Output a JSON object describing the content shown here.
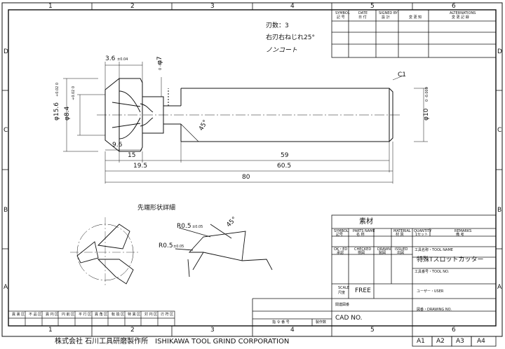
{
  "border": {
    "columns": [
      "1",
      "2",
      "3",
      "4",
      "5",
      "6"
    ],
    "rows": [
      "D",
      "C",
      "B",
      "A"
    ]
  },
  "notes": {
    "flutes": "刃数：3",
    "helix": "右刃右ねじれ25°",
    "coating": "ノンコート",
    "detail_title": "先端形状詳細"
  },
  "dimensions": {
    "head_width": "3.6",
    "head_width_tol": "±0.04",
    "neck_dia": "φ7",
    "neck_tol": "0 -0.1",
    "head_dia": "φ15.6",
    "head_dia_tol": "+0.02 0",
    "inner_dia": "φ8.4",
    "inner_dia_tol": "+0.02 0",
    "shank_dia": "φ10",
    "shank_tol": "0 -0.009",
    "chamfer": "C1",
    "angle": "45°",
    "d_9_6": "9.6",
    "d_15": "15",
    "d_59": "59",
    "d_19_5": "19.5",
    "d_60_5": "60.5",
    "d_80": "80",
    "r1": "R0.5",
    "r1_tol": "±0.05",
    "r2": "R0.5",
    "r2_tol": "±0.05",
    "detail_angle": "45°"
  },
  "revision_table": {
    "headers": [
      {
        "en": "SYMBOL",
        "jp": "記 号"
      },
      {
        "en": "DATE",
        "jp": "日 付"
      },
      {
        "en": "SIGNED BY",
        "jp": "設 計"
      },
      {
        "en": "",
        "jp": "変 更 知"
      },
      {
        "en": "ALTERNATIONS",
        "jp": "変 更 記 録"
      }
    ]
  },
  "title_block": {
    "material_label": "素材",
    "parts_headers": [
      {
        "en": "SYMBOL",
        "jp": "記号"
      },
      {
        "en": "PARTS NAME",
        "jp": "名 称"
      },
      {
        "en": "MATERIAL",
        "jp": "材 質"
      },
      {
        "en": "QUANTITY",
        "jp": "1セット"
      },
      {
        "en": "REMARKS",
        "jp": "備 考"
      }
    ],
    "approval_headers": [
      {
        "en": "OK・ED",
        "jp": "承認"
      },
      {
        "en": "CHECKED",
        "jp": "検図"
      },
      {
        "en": "DRAWN",
        "jp": "製図"
      },
      {
        "en": "ISSUED",
        "jp": "出図"
      }
    ],
    "tool_name_label": "工具名称・TOOL NAME",
    "tool_name": "特殊Tスロットカッター",
    "tool_no_label": "工具番号・TOOL NO.",
    "scale_en": "SCALE",
    "scale_jp": "尺度",
    "scale_value": "FREE",
    "user_label": "ユーザー・USER",
    "related_label": "関連図番",
    "drawing_no_label": "図番・DRAWING NO.",
    "cad_label": "CAD NO.",
    "instruction_label": "指 令 番 号",
    "production_label": "製作数"
  },
  "bottom_table": {
    "headers": [
      "異 裏 区",
      "不 品 区",
      "異 円 区",
      "円 削 区",
      "平 行 区",
      "異 角 区",
      "転 換 区",
      "特 異 区",
      "対 円 区",
      "刃 符 区"
    ]
  },
  "footer": {
    "company": "株式会社 石川工具研磨製作所　ISHIKAWA TOOL GRIND CORPORATION",
    "sizes": [
      "A1",
      "A2",
      "A3",
      "A4"
    ]
  }
}
